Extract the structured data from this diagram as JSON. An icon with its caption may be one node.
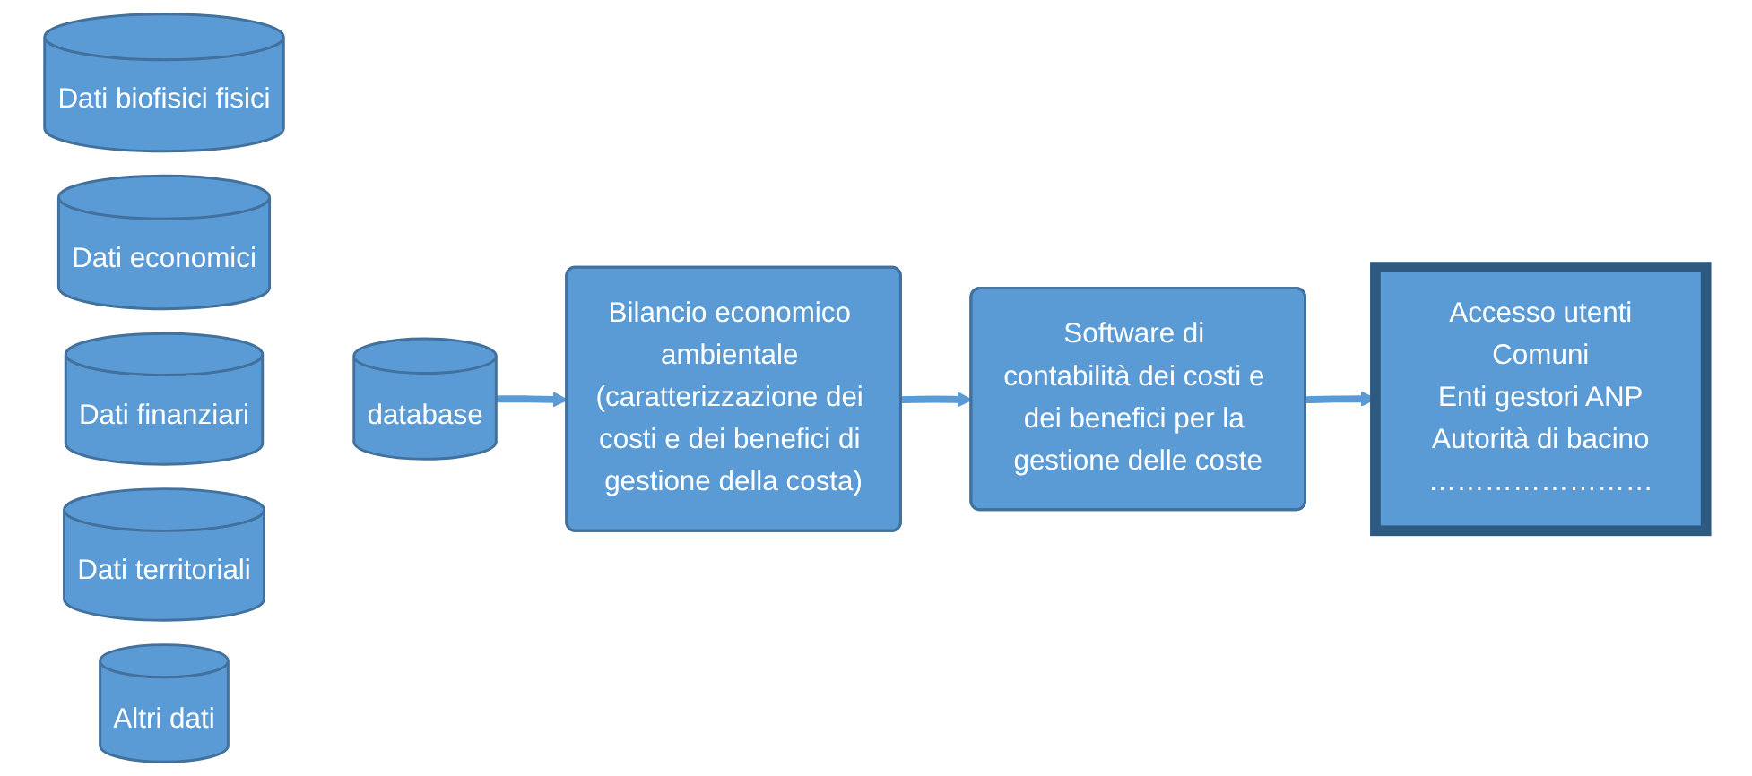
{
  "diagram": {
    "nodes": [
      {
        "text": [
          "Dati biofisici fisici"
        ]
      },
      {
        "text": [
          "Dati economici"
        ]
      },
      {
        "text": [
          "Dati finanziari"
        ]
      },
      {
        "text": [
          "Dati territoriali"
        ]
      },
      {
        "text": [
          "Altri dati"
        ]
      },
      {
        "text": [
          "database"
        ]
      },
      {
        "text": [
          "Bilancio economico ambientale (caratterizzazione dei costi e dei benefici di gestione della costa)"
        ]
      },
      {
        "text": [
          "Software di contabilità dei costi e dei benefici per la gestione delle coste"
        ]
      },
      {
        "text": [
          "Accesso utenti",
          "Comuni",
          "Enti gestori ANP",
          "Autorità di bacino",
          "……………………"
        ]
      }
    ],
    "edges": [
      {
        "from": 5,
        "to": 6,
        "arrow": "to"
      },
      {
        "from": 6,
        "to": 7,
        "arrow": "to"
      },
      {
        "from": 7,
        "to": 8,
        "arrow": "to"
      }
    ]
  }
}
